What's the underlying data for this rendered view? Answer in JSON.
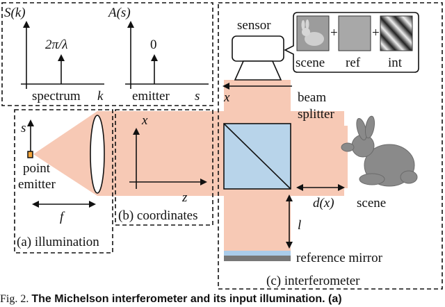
{
  "spectrum_panel": {
    "y_axis": "S(k)",
    "peak_label": "2π/λ",
    "x_label": "spectrum",
    "x_var": "k"
  },
  "emitter_panel": {
    "y_axis": "A(s)",
    "peak_label": "0",
    "x_label": "emitter",
    "x_var": "s"
  },
  "illumination": {
    "s_axis": "s",
    "point_line1": "point",
    "point_line2": "emitter",
    "focal": "f",
    "panel_label": "(a) illumination"
  },
  "coordinates": {
    "x_axis": "x",
    "z_axis": "z",
    "panel_label": "(b) coordinates"
  },
  "interferometer": {
    "sensor": "sensor",
    "sensor_x": "x",
    "beam_line1": "beam",
    "beam_line2": "splitter",
    "inset_labels": [
      "scene",
      "ref",
      "int"
    ],
    "inset_ops": [
      "+",
      "+"
    ],
    "scene": "scene",
    "distance": "d(x)",
    "arm": "l",
    "mirror": "reference mirror",
    "panel_label": "(c) interferometer"
  },
  "colors": {
    "beam": "#f7c9b5",
    "splitter": "#b8d4ea",
    "sensor_body": "#ffffff",
    "mirror_top": "#aaccea",
    "mirror_bottom": "#777777",
    "bunny": "#8a8a8a"
  },
  "caption": {
    "fig": "Fig. 2.",
    "title": "The Michelson interferometer and its input illumination. (a)"
  }
}
